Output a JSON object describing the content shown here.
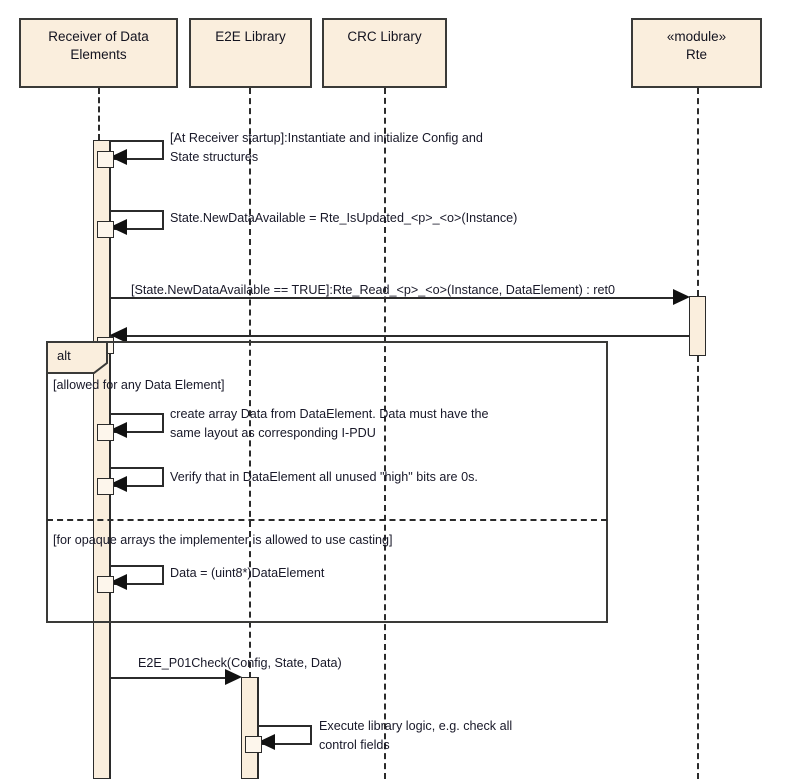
{
  "diagram": {
    "type": "uml-sequence-diagram",
    "title": "E2E Receiver of Data Elements sequence",
    "colors": {
      "box_fill": "#faeedd",
      "box_border": "#3a3a38",
      "line": "#2b2b2b",
      "text": "#181828"
    }
  },
  "lifelines": [
    {
      "id": "receiver",
      "label": "Receiver of Data Elements",
      "stereotype": ""
    },
    {
      "id": "e2e",
      "label": "E2E Library",
      "stereotype": ""
    },
    {
      "id": "crc",
      "label": "CRC Library",
      "stereotype": ""
    },
    {
      "id": "rte",
      "label": "Rte",
      "stereotype": "«module»"
    }
  ],
  "messages": [
    {
      "id": "m1",
      "kind": "self",
      "from": "receiver",
      "to": "receiver",
      "label": "[At Receiver startup]:Instantiate and initialize Config and\nState structures"
    },
    {
      "id": "m2",
      "kind": "self",
      "from": "receiver",
      "to": "receiver",
      "label": "State.NewDataAvailable = Rte_IsUpdated_<p>_<o>(Instance)"
    },
    {
      "id": "m3",
      "kind": "call",
      "from": "receiver",
      "to": "rte",
      "label": "[State.NewDataAvailable == TRUE]:Rte_Read_<p>_<o>(Instance, DataElement) : ret0"
    },
    {
      "id": "m4",
      "kind": "return",
      "from": "rte",
      "to": "receiver",
      "label": ""
    },
    {
      "id": "m5",
      "kind": "self",
      "from": "receiver",
      "to": "receiver",
      "label": "create array Data from DataElement. Data must have the\nsame layout as corresponding I-PDU"
    },
    {
      "id": "m6",
      "kind": "self",
      "from": "receiver",
      "to": "receiver",
      "label": "Verify that in DataElement all unused \"high\" bits are 0s."
    },
    {
      "id": "m7",
      "kind": "self",
      "from": "receiver",
      "to": "receiver",
      "label": "Data = (uint8*)DataElement"
    },
    {
      "id": "m8",
      "kind": "call",
      "from": "receiver",
      "to": "e2e",
      "label": "E2E_P01Check(Config, State, Data)"
    },
    {
      "id": "m9",
      "kind": "self",
      "from": "e2e",
      "to": "e2e",
      "label": "Execute library logic, e.g. check all\ncontrol fields"
    }
  ],
  "fragments": [
    {
      "id": "alt1",
      "operator": "alt",
      "operands": [
        {
          "guard": "[allowed for any Data Element]"
        },
        {
          "guard": "[for opaque arrays the implementer is allowed to use casting]"
        }
      ]
    }
  ]
}
